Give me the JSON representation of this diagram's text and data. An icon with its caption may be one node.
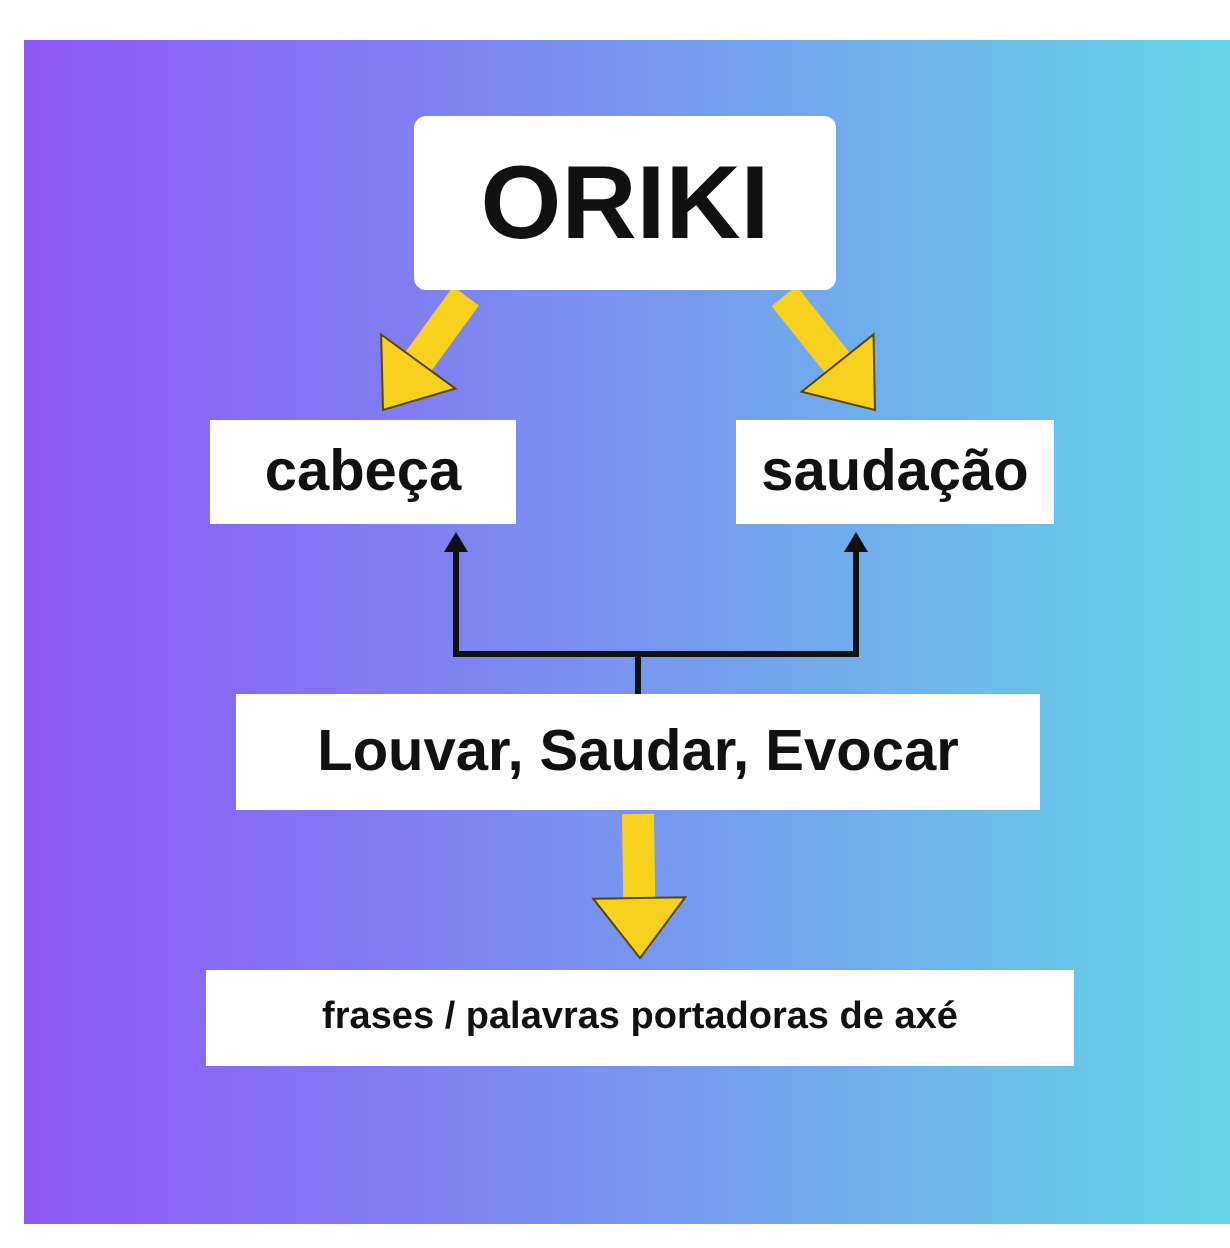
{
  "diagram": {
    "nodes": [
      {
        "text": [
          "ORIKI"
        ]
      },
      {
        "text": [
          "cabeça"
        ]
      },
      {
        "text": [
          "saudação"
        ]
      },
      {
        "text": [
          "Louvar, Saudar, Evocar"
        ]
      },
      {
        "text": [
          "frases / palavras portadoras de axé"
        ]
      }
    ],
    "edges": [
      {
        "from": 0,
        "to": 1,
        "arrow": "to"
      },
      {
        "from": 0,
        "to": 2,
        "arrow": "to"
      },
      {
        "from": 3,
        "to": 1,
        "arrow": "to",
        "color": "#111111"
      },
      {
        "from": 3,
        "to": 2,
        "arrow": "to",
        "color": "#111111"
      },
      {
        "from": 3,
        "to": 4,
        "arrow": "to"
      }
    ]
  }
}
